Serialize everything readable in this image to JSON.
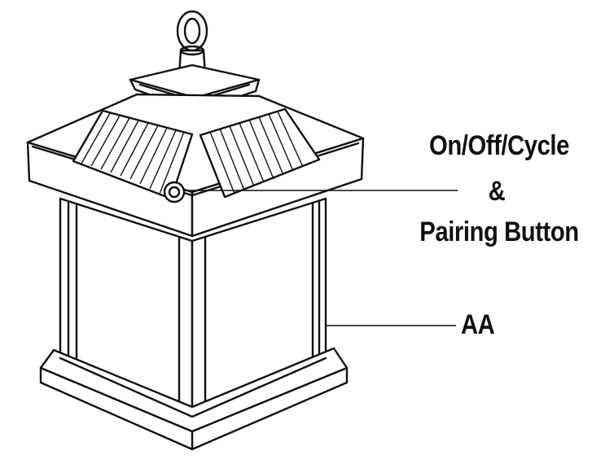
{
  "diagram": {
    "callouts": [
      {
        "id": "button",
        "lines": [
          "On/Off/Cycle",
          "&",
          "Pairing Button"
        ]
      },
      {
        "id": "battery",
        "lines": [
          "AA"
        ]
      }
    ]
  },
  "colors": {
    "ink": "#111111",
    "background": "#ffffff"
  }
}
